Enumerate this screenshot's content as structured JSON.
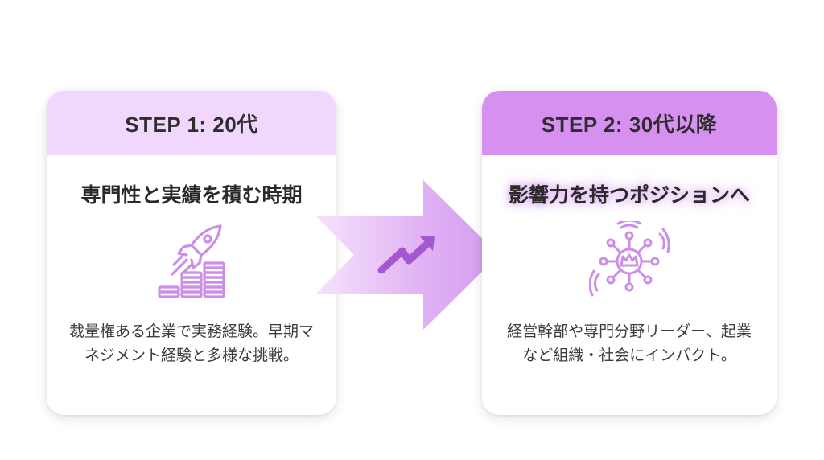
{
  "steps": [
    {
      "header": "STEP 1: 20代",
      "title": "専門性と実績を積む時期",
      "icon": "rocket-coins-icon",
      "description": "裁量権ある企業で実務経験。早期マネジメント経験と多様な挑戦。"
    },
    {
      "header": "STEP 2: 30代以降",
      "title": "影響力を持つポジションへ",
      "icon": "crown-network-icon",
      "description": "経営幹部や専門分野リーダー、起業など組織・社会にインパクト。"
    }
  ],
  "arrow_icon": "trend-up-arrow-icon",
  "colors": {
    "step1_header": "#f0d7fb",
    "step2_header": "#d691f0",
    "icon_stroke": "#cc8ee6",
    "arrow": "#d9a3f0"
  }
}
